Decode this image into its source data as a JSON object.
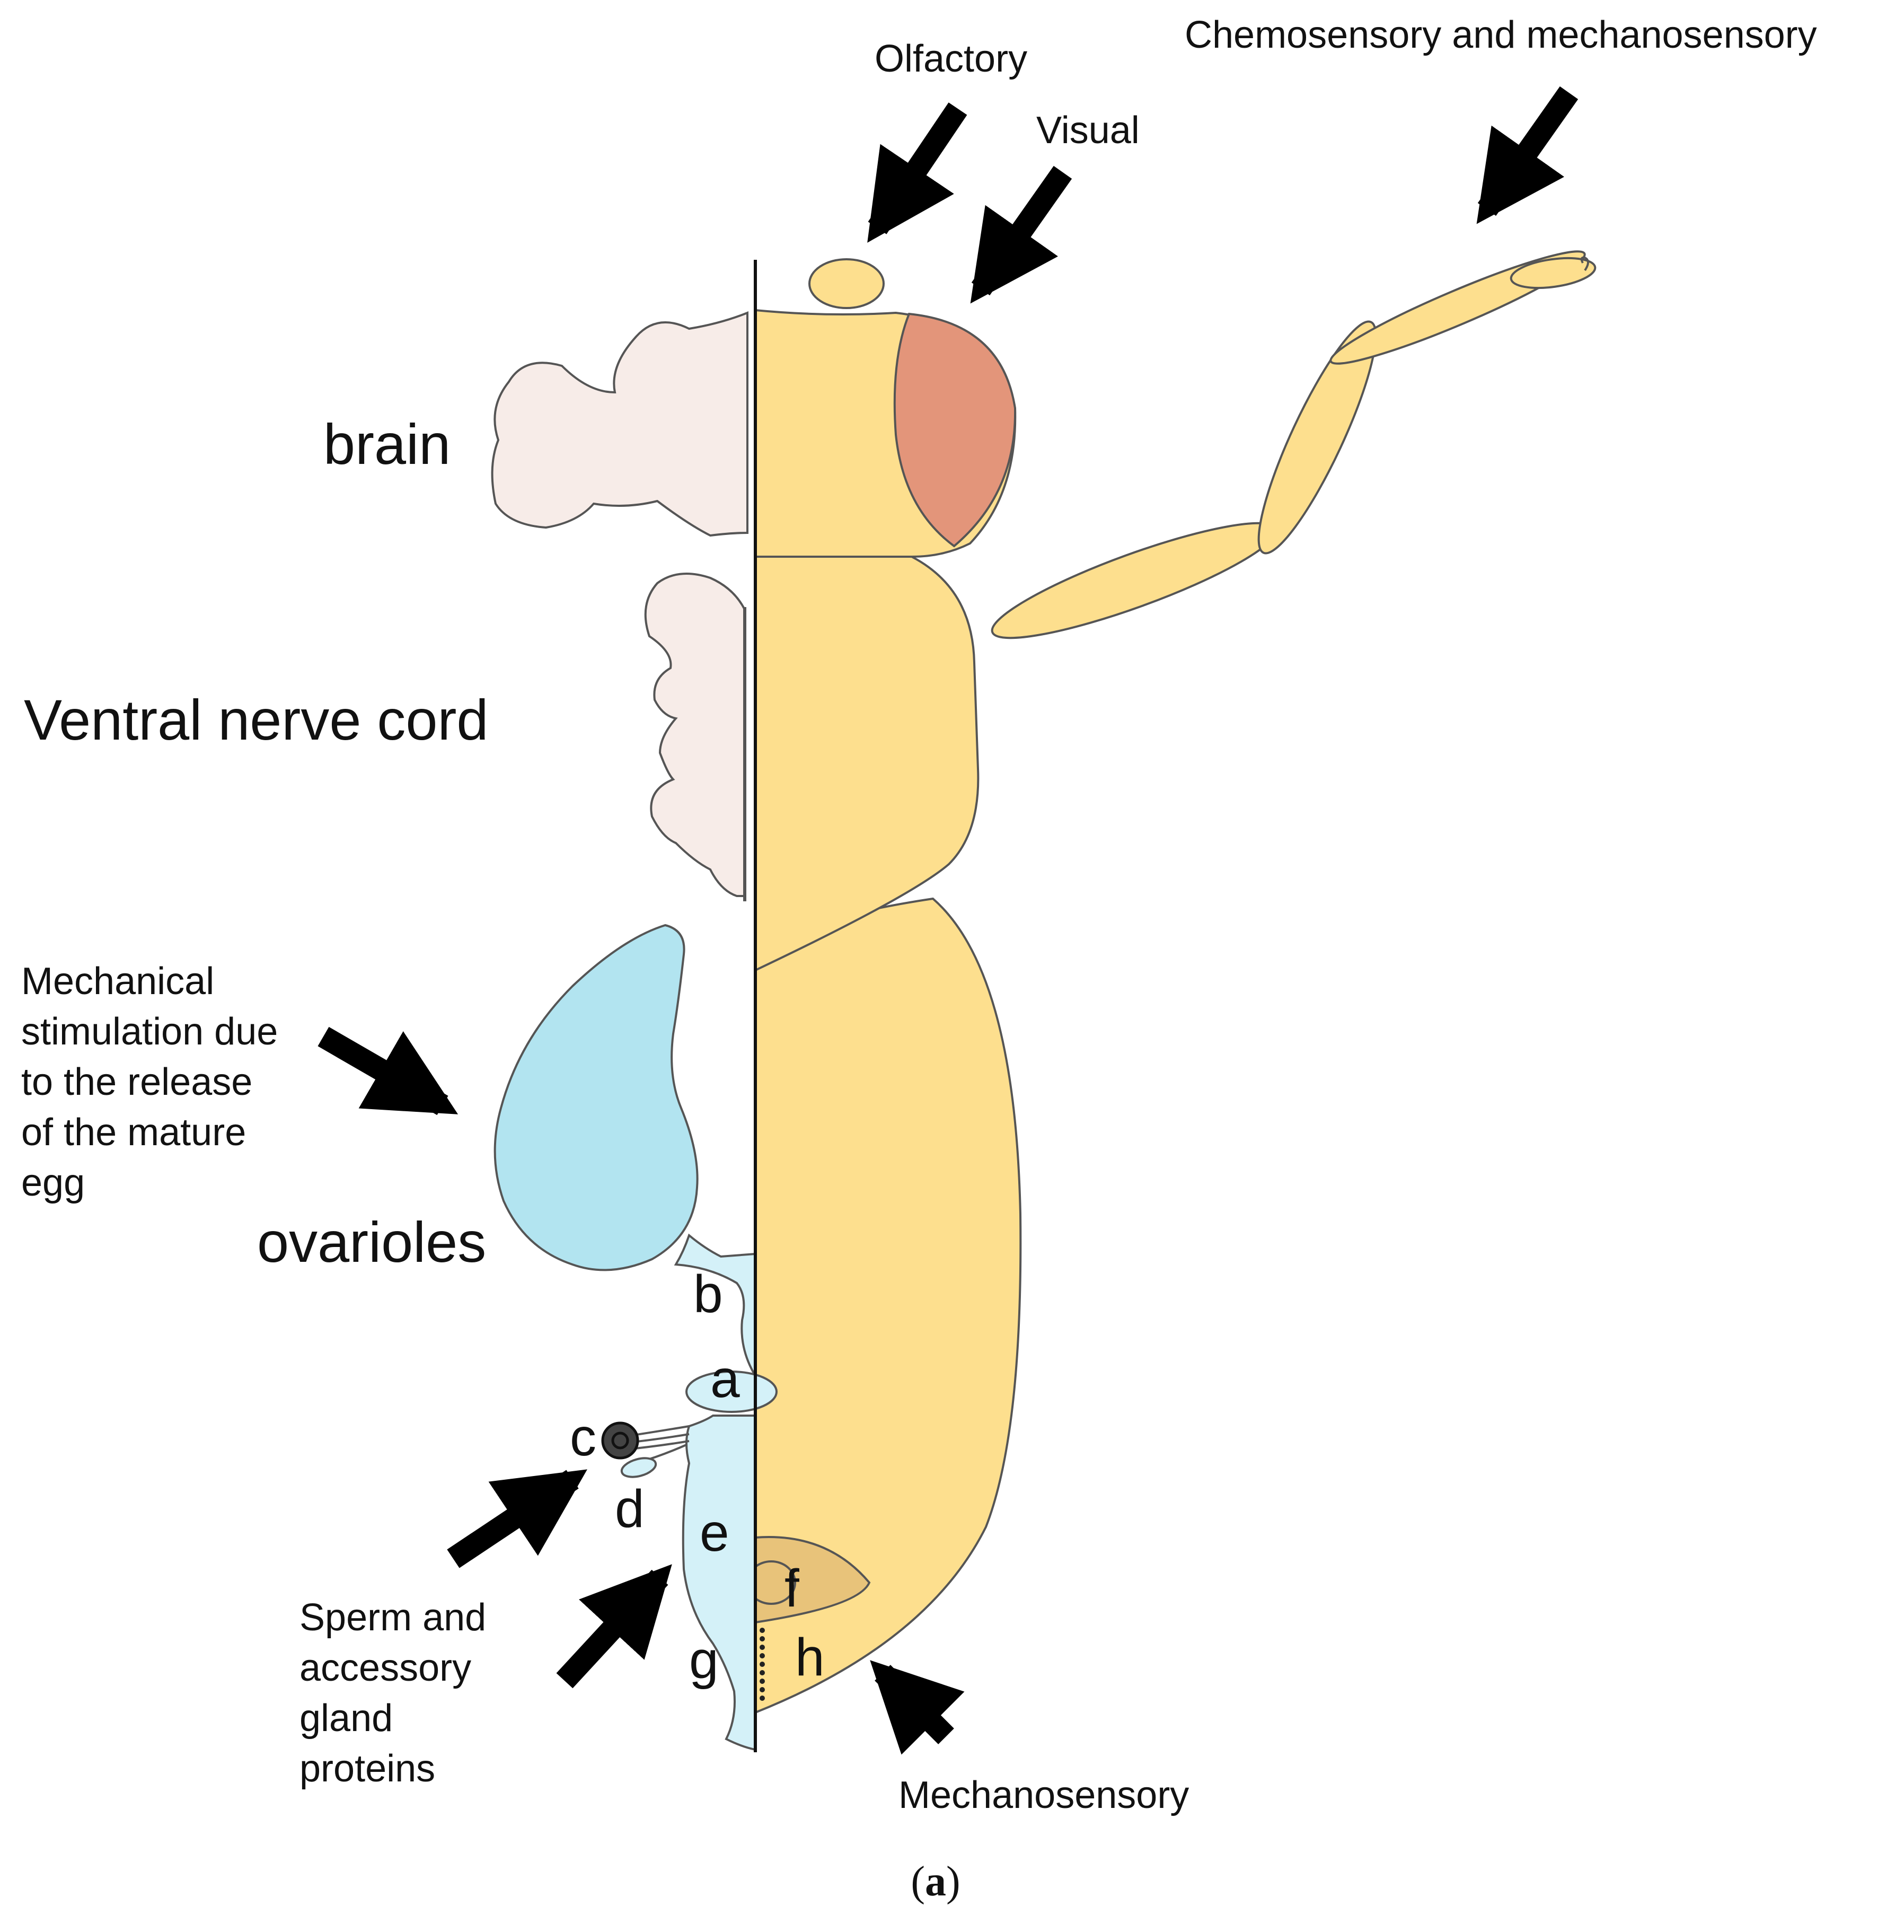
{
  "labels": {
    "olfactory": "Olfactory",
    "visual": "Visual",
    "chemo_mechano": "Chemosensory and mechanosensory",
    "brain": "brain",
    "vnc": "Ventral nerve cord",
    "mechanical": [
      "Mechanical",
      "stimulation due",
      "to the release",
      "of the mature",
      "egg"
    ],
    "ovarioles": "ovarioles",
    "sperm": [
      "Sperm and",
      "accessory",
      "gland",
      "proteins"
    ],
    "mechanosensory": "Mechanosensory"
  },
  "letters": {
    "a": "a",
    "b": "b",
    "c": "c",
    "d": "d",
    "e": "e",
    "f": "f",
    "g": "g",
    "h": "h"
  },
  "caption": {
    "open": "(",
    "letter": "a",
    "close": ")"
  },
  "colors": {
    "body": "#fddf8e",
    "eye": "#e3957a",
    "nervous": "#f7ece8",
    "ovary": "#b2e4f0",
    "reproductive": "#d4f1f8",
    "genital": "#e8c37a",
    "arrow": "#000000",
    "outline": "#555555"
  }
}
